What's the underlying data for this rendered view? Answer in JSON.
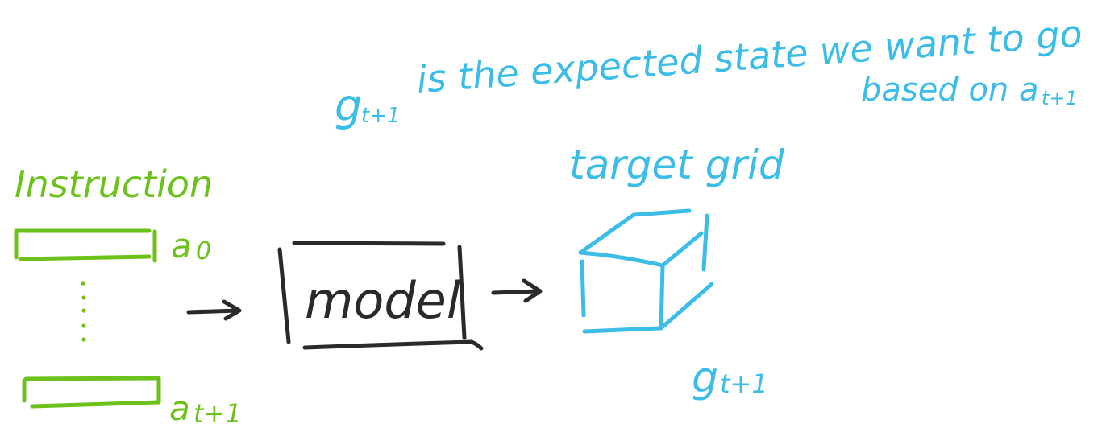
{
  "annotation": {
    "line1": "g",
    "line1_sub": "t+1",
    "line1_rest": "is the expected state we want to go",
    "line2": "based on a",
    "line2_sub": "t+1"
  },
  "instruction": {
    "label": "Instruction",
    "first_action": "a",
    "first_action_sub": "0",
    "last_action": "a",
    "last_action_sub": "t+1"
  },
  "model": {
    "label": "model"
  },
  "target": {
    "label": "target grid",
    "grid_symbol": "g",
    "grid_symbol_sub": "t+1"
  },
  "colors": {
    "green": "#6cc11a",
    "blue": "#3bbde8",
    "black": "#2a2a2a"
  }
}
